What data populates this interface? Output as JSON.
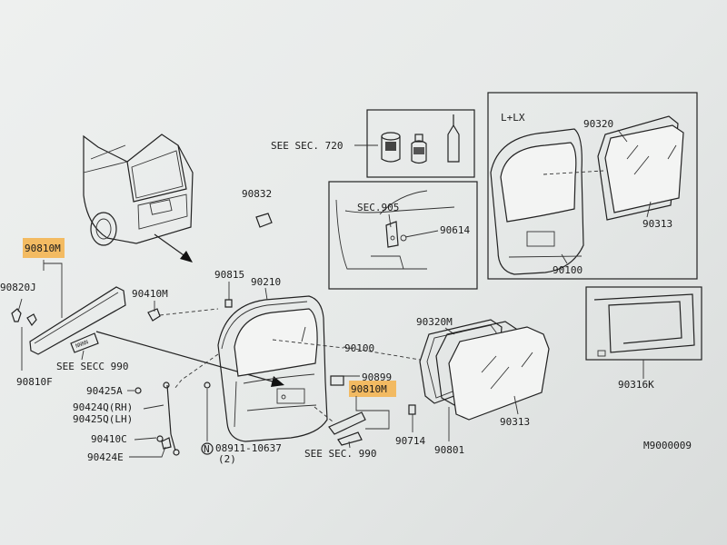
{
  "labels": {
    "see_sec_720": "SEE SEC. 720",
    "l_lx": "L+LX",
    "p90320": "90320",
    "p90313_top": "90313",
    "p90100_top": "90100",
    "p90832": "90832",
    "sec905": "SEC.905",
    "p90614": "90614",
    "p90810m_left": "90810M",
    "p90820j": "90820J",
    "p90810f": "90810F",
    "see_secc_990": "SEE SECC 990",
    "p90815": "90815",
    "p90210": "90210",
    "p90410m": "90410M",
    "p90100_mid": "90100",
    "p90320m": "90320M",
    "p90899": "90899",
    "p90810m_right": "90810M",
    "p90425a": "90425A",
    "p90424q": "90424Q(RH)",
    "p90425q": "90425Q(LH)",
    "p90410c": "90410C",
    "p90424e": "90424E",
    "p08911": "08911-10637",
    "p08911_n": "N",
    "p08911_qty": "(2)",
    "see_sec_990": "SEE SEC. 990",
    "p90714": "90714",
    "p90801": "90801",
    "p90313_bot": "90313",
    "p90316k": "90316K",
    "fig_code": "M9000009"
  },
  "colors": {
    "highlight": "#f5b24a",
    "line": "#222222",
    "screen_bg": "#eef0ef"
  }
}
